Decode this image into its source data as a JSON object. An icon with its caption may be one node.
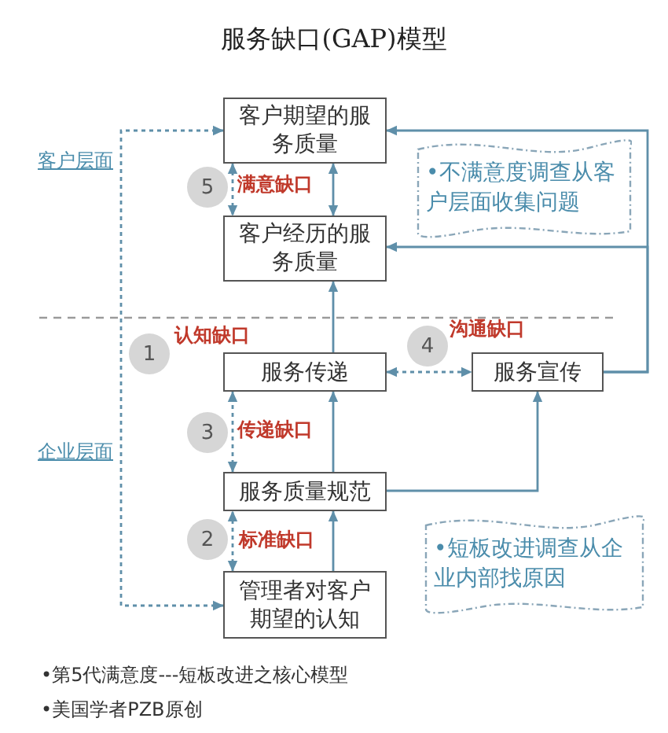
{
  "diagram": {
    "title": "服务缺口(GAP)模型",
    "nodes": [
      {
        "text": [
          "客户期望的服务质量"
        ]
      },
      {
        "text": [
          "•不满意度调查从客户层面收集问题"
        ]
      },
      {
        "text": [
          "5"
        ],
        "beside": [
          "满意缺口"
        ]
      },
      {
        "text": [
          "客户经历的服务质量"
        ]
      },
      {
        "text": [
          "1"
        ],
        "beside": [
          "认知缺口"
        ]
      },
      {
        "text": [
          "4"
        ],
        "beside": [
          "沟通缺口"
        ]
      },
      {
        "text": [
          "服务传递"
        ]
      },
      {
        "text": [
          "服务宣传"
        ]
      },
      {
        "text": [
          "3"
        ],
        "beside": [
          "传递缺口"
        ]
      },
      {
        "text": [
          "服务质量规范"
        ]
      },
      {
        "text": [
          "2"
        ],
        "beside": [
          "标准缺口"
        ]
      },
      {
        "text": [
          "•短板改进调查从企业内部找原因"
        ]
      },
      {
        "text": [
          "管理者对客户期望的认知"
        ]
      }
    ],
    "edges": [
      {
        "from": 0,
        "to": 3,
        "arrow": "both",
        "style": "dashed"
      },
      {
        "from": 0,
        "to": 3,
        "arrow": "both"
      },
      {
        "from": 6,
        "to": 3,
        "arrow": "to"
      },
      {
        "from": 6,
        "to": 7,
        "arrow": "both",
        "style": "dashed"
      },
      {
        "from": 9,
        "to": 6,
        "arrow": "to"
      },
      {
        "from": 9,
        "to": 6,
        "arrow": "both",
        "style": "dashed"
      },
      {
        "from": 12,
        "to": 9,
        "arrow": "to"
      },
      {
        "from": 12,
        "to": 9,
        "arrow": "both",
        "style": "dashed"
      },
      {
        "from": 12,
        "to": 0,
        "arrow": "both",
        "style": "dashed"
      },
      {
        "from": 7,
        "to": 0,
        "arrow": "to"
      },
      {
        "from": 7,
        "to": 3,
        "arrow": "to"
      },
      {
        "from": 9,
        "to": 7,
        "arrow": "to"
      }
    ],
    "labels": [
      "客户层面",
      "企业层面",
      "•第5代满意度---短板改进之核心模型",
      "•美国学者PZB原创"
    ]
  }
}
